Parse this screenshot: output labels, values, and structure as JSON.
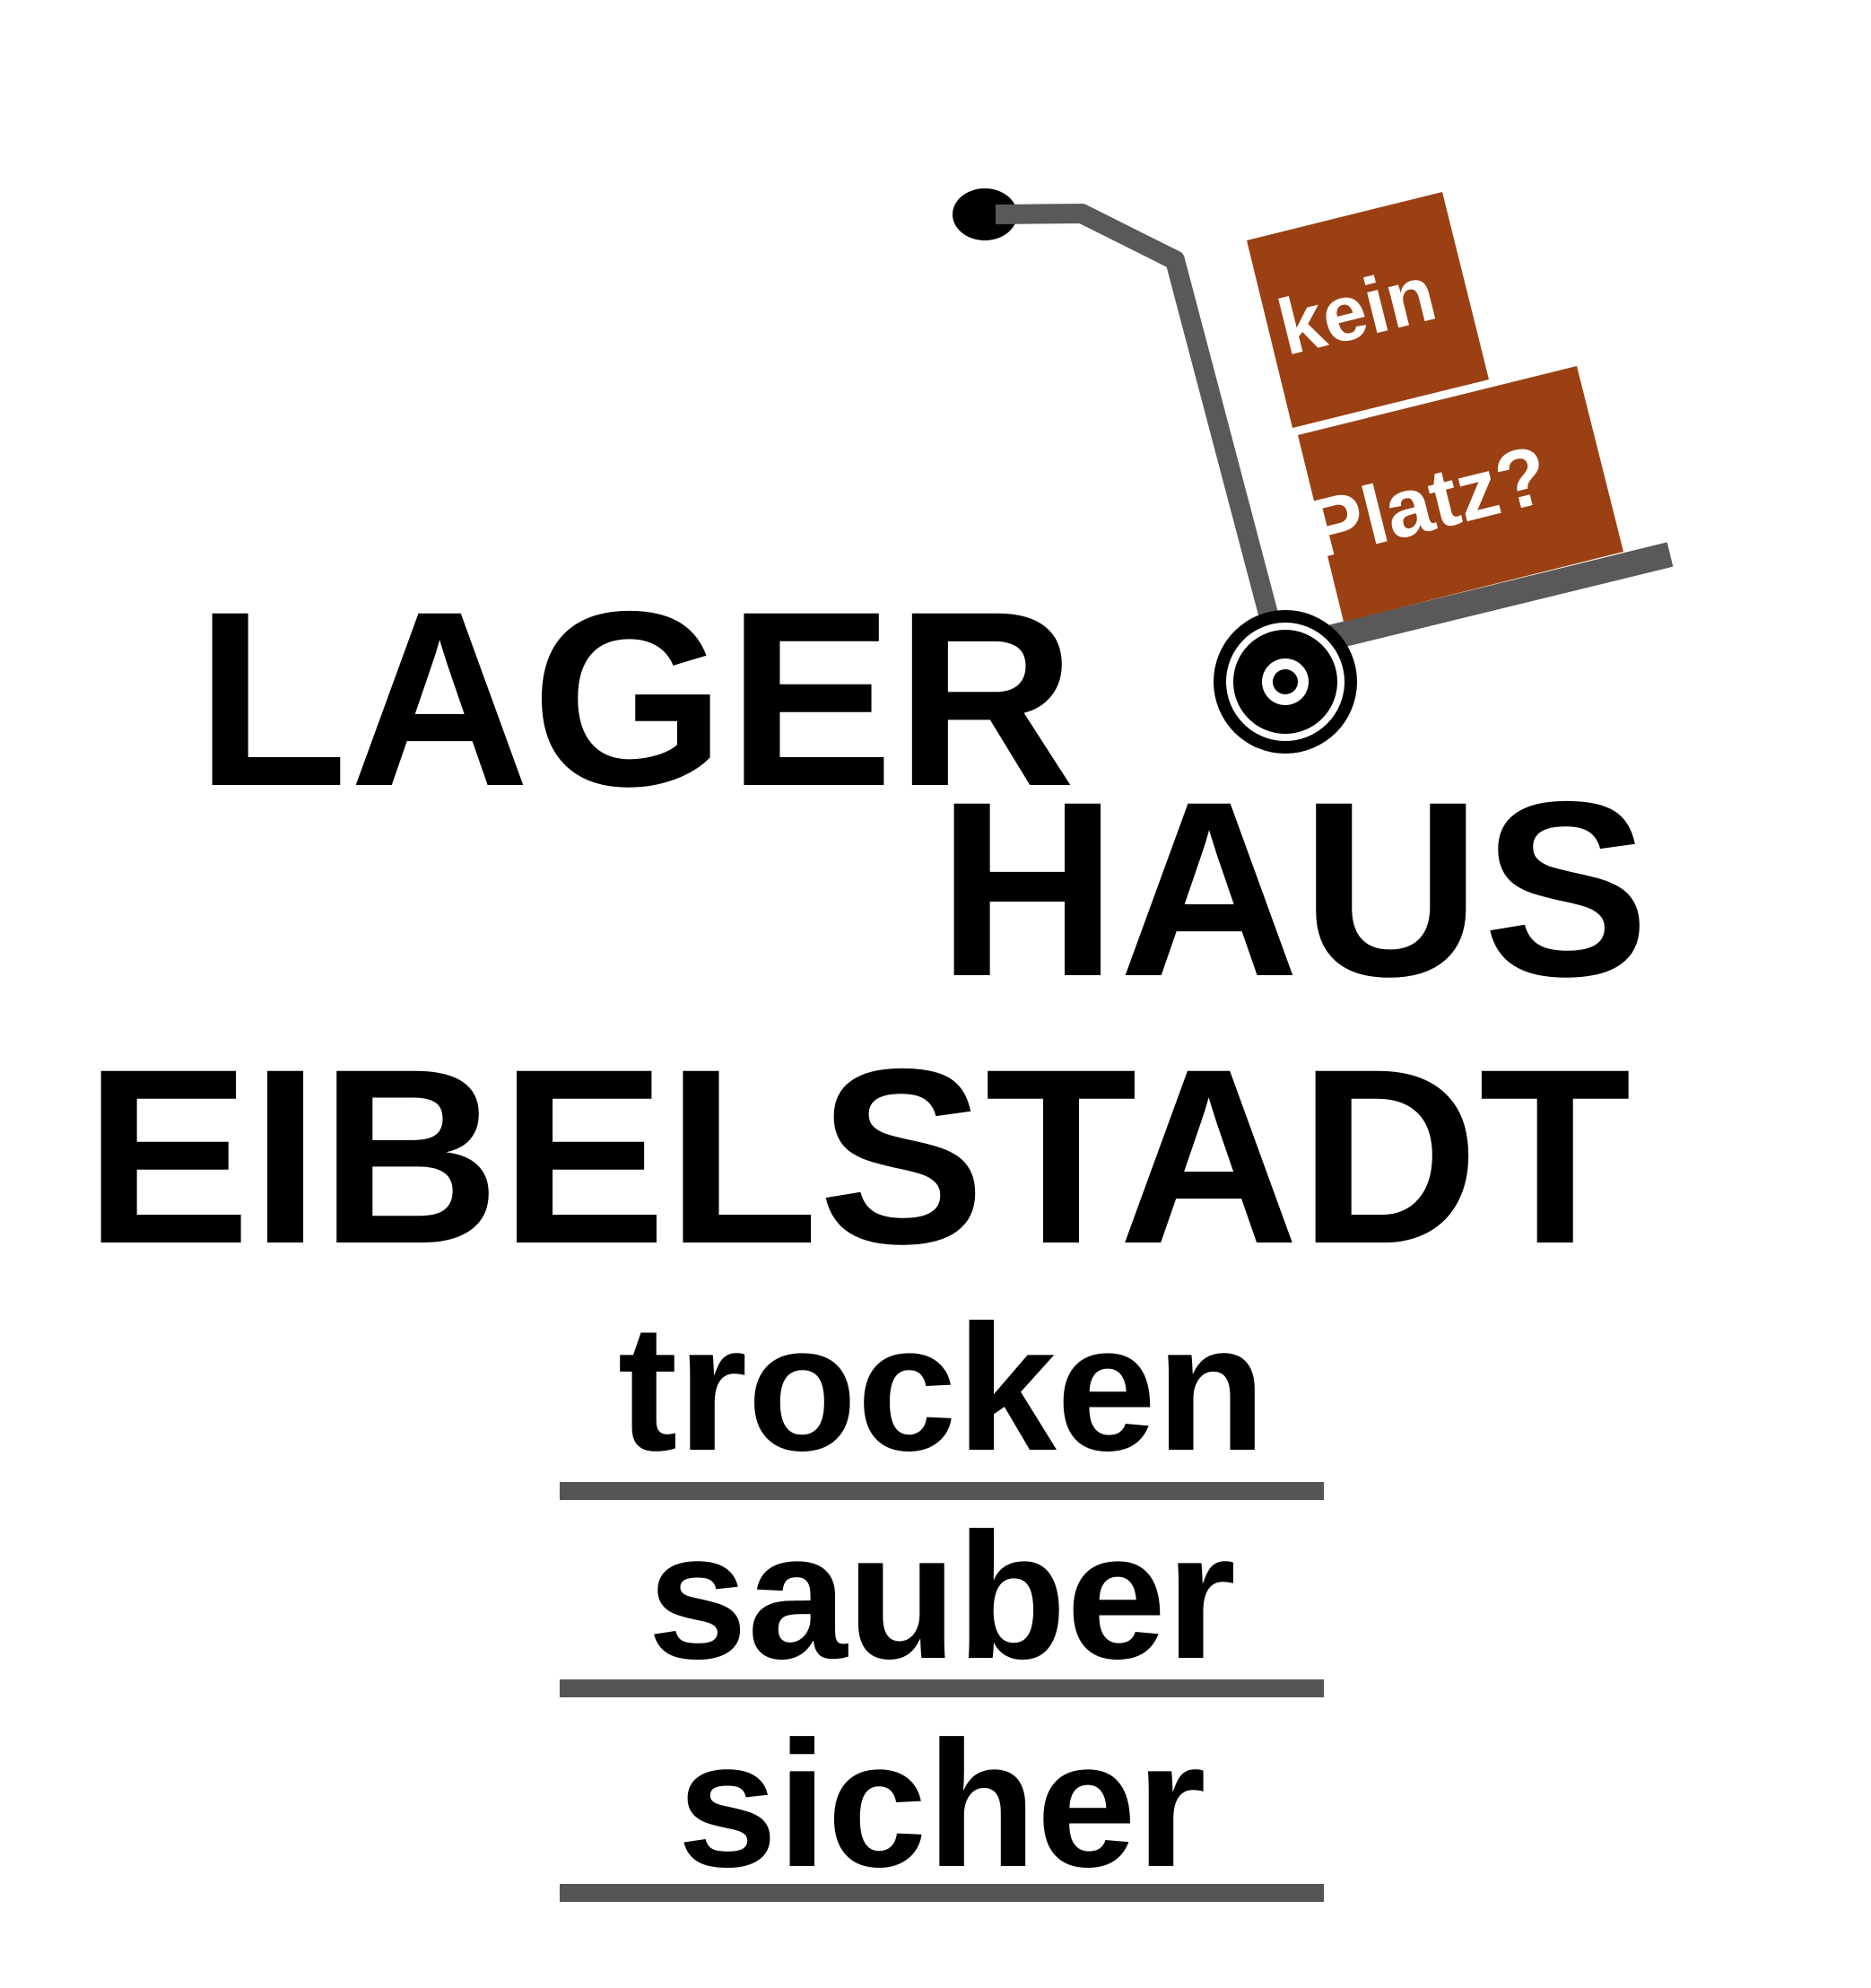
{
  "logo": {
    "box_top_text": "kein",
    "box_bottom_text": "Platz?",
    "box_color": "#9A4013",
    "trolley_color": "#595959",
    "icon": "hand-truck-icon"
  },
  "title": {
    "line1": "LAGER",
    "line2": "HAUS",
    "line3": "EIBELSTADT"
  },
  "taglines": [
    "trocken",
    "sauber",
    "sicher"
  ],
  "colors": {
    "text": "#000000",
    "rule": "#555555",
    "background": "#ffffff"
  }
}
